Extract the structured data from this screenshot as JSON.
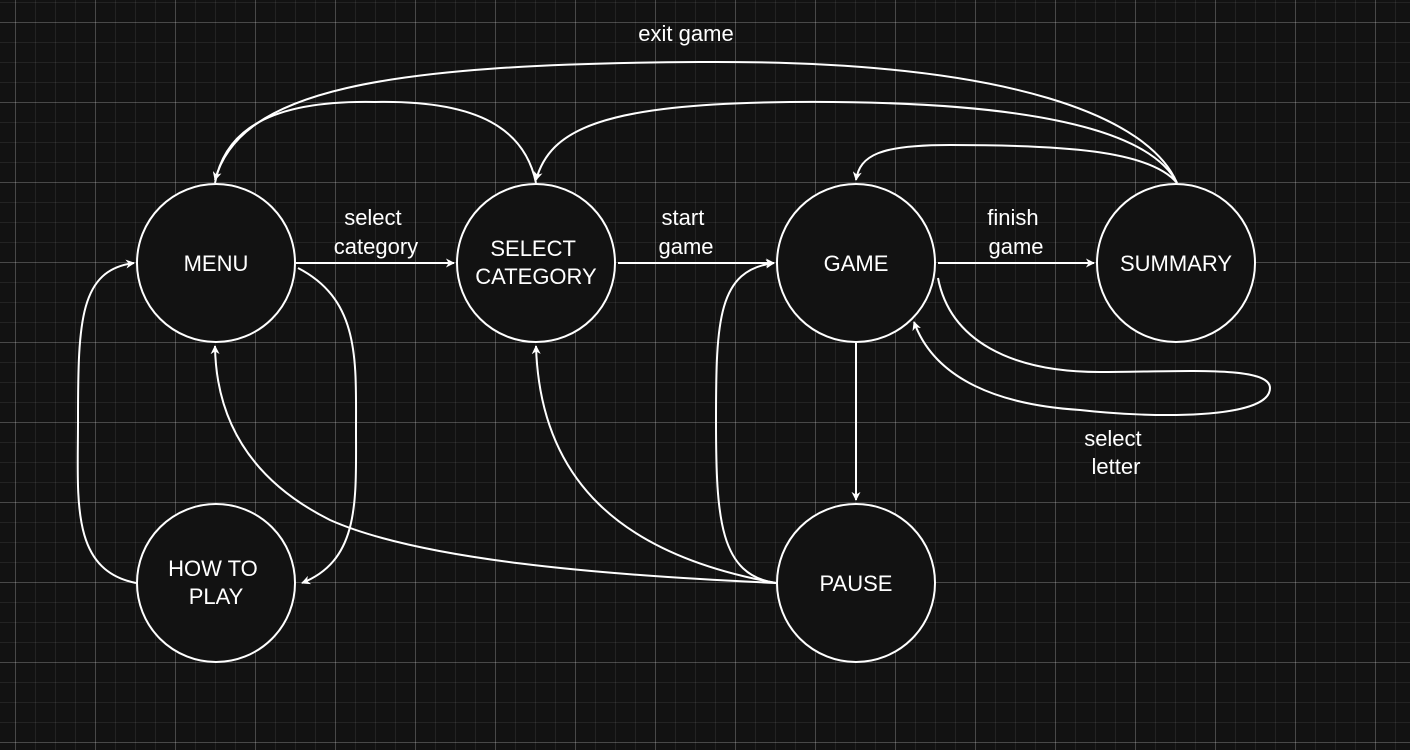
{
  "nodes": {
    "menu": {
      "lines": [
        "MENU"
      ]
    },
    "select_category": {
      "lines": [
        "SELECT",
        "CATEGORY"
      ]
    },
    "game": {
      "lines": [
        "GAME"
      ]
    },
    "summary": {
      "lines": [
        "SUMMARY"
      ]
    },
    "how_to_play": {
      "lines": [
        "HOW TO",
        "PLAY"
      ]
    },
    "pause": {
      "lines": [
        "PAUSE"
      ]
    }
  },
  "edge_labels": {
    "exit_game": "exit game",
    "select_category": [
      "select",
      "category"
    ],
    "start_game": [
      "start",
      "game"
    ],
    "finish_game": [
      "finish",
      "game"
    ],
    "select_letter": [
      "select",
      "letter"
    ]
  },
  "colors": {
    "background": "#121212",
    "stroke": "#ffffff",
    "text": "#ffffff"
  }
}
